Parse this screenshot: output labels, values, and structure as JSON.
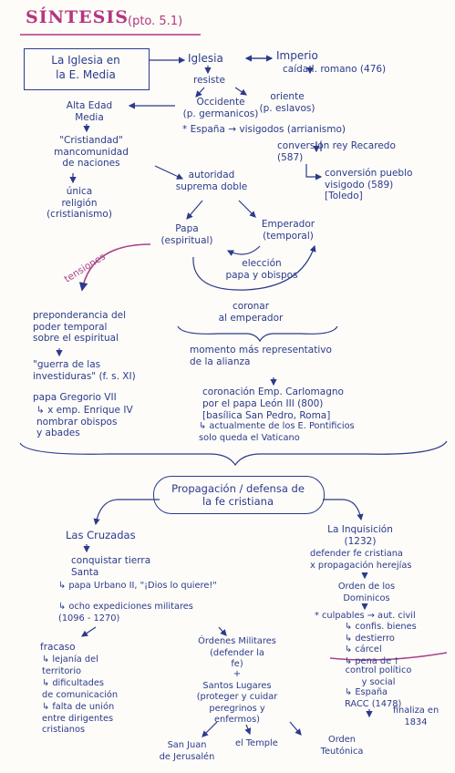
{
  "title": "SÍNTESIS",
  "subtitle": "(pto. 5.1)",
  "box_main": "La Iglesia en\nla E. Media",
  "iglesia": "Iglesia",
  "imperio": "Imperio",
  "resiste": "resiste",
  "caida": "caída I. romano (476)",
  "occidente": "Occidente\n(p. germanicos)",
  "oriente": "oriente\n(p. eslavos)",
  "alta_edad": "Alta Edad\nMedia",
  "espana": "* España → visigodos (arrianismo)",
  "conversion_rey": "conversión rey Recaredo\n(587)",
  "conversion_pueblo": "conversión pueblo\nvisigodo (589)\n[Toledo]",
  "cristiandad": "\"Cristiandad\"\nmancomunidad\nde naciones",
  "autoridad": "autoridad\nsuprema doble",
  "unica": "única\nreligión\n(cristianismo)",
  "papa": "Papa\n(espiritual)",
  "emperador": "Emperador\n(temporal)",
  "eleccion": "elección\npapa y obispos",
  "tensiones": "tensiones",
  "coronar": "coronar\nal emperador",
  "preponderancia": "preponderancia del\npoder temporal\nsobre el espiritual",
  "guerra": "\"guerra de las\ninvestiduras\" (f. s. XI)",
  "gregorio": "papa Gregorio VII",
  "enrique": "↳ x emp. Enrique IV\nnombrar obispos\ny abades",
  "momento": "momento más representativo\nde la alianza",
  "coronacion": "coronación Emp. Carlomagno\npor el papa León III (800)",
  "basilica": "[basílica San Pedro, Roma]",
  "actualmente": "↳ actualmente de los E. Pontificios\nsolo queda el Vaticano",
  "box_propagacion": "Propagación / defensa de\nla fe cristiana",
  "cruzadas": "Las Cruzadas",
  "conquistar": "conquistar tierra\nSanta",
  "urbano": "↳ papa Urbano II, \"¡Dios lo quiere!\"",
  "ocho": "↳ ocho expediciones militares\n(1096 - 1270)",
  "inquisicion": "La Inquisición\n(1232)",
  "defender": "defender fe cristiana\nx propagación herejías",
  "orden_dominicos": "Orden de los\nDominicos",
  "culpables": "* culpables → aut. civil",
  "castigos": "↳ confis. bienes\n↳ destierro\n↳ cárcel\n↳ pena de †",
  "control": "control político\ny social",
  "espana2": "↳ España\nRACC (1478)",
  "finaliza": "finaliza en\n1834",
  "fracaso": "fracaso",
  "lejania": "↳ lejanía del\nterritorio",
  "dificultades": "↳ dificultades\nde comunicación",
  "falta": "↳ falta de unión\nentre dirigentes\ncristianos",
  "ordenes": "Órdenes Militares\n(defender la\nfe)",
  "santos": "+\nSantos Lugares\n(proteger y cuidar\nperegrinos y\nenfermos)",
  "san_juan": "San Juan\nde Jerusalén",
  "temple": "el Temple",
  "teutonica": "Orden\nTeutónica",
  "colors": {
    "ink": "#2b3a8c",
    "accent": "#b5357f"
  }
}
